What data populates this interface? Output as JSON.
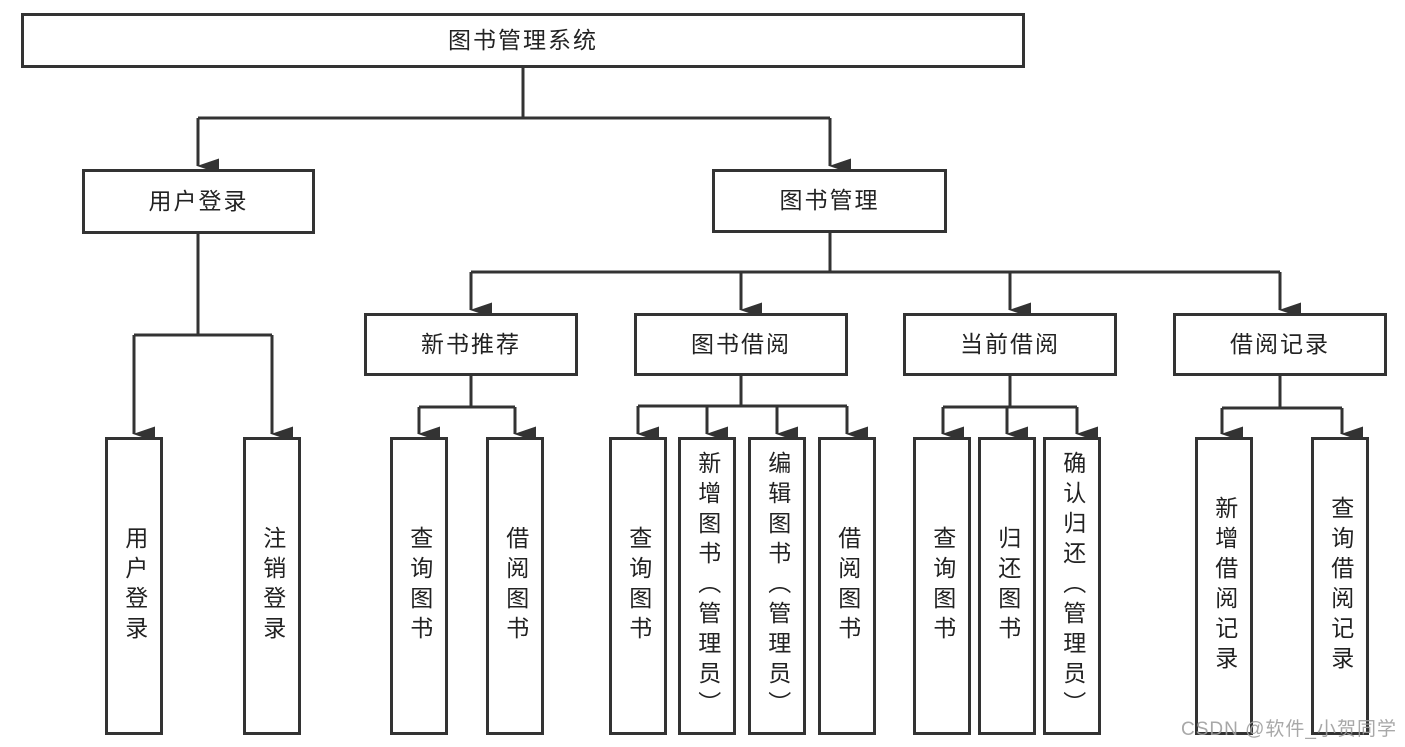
{
  "diagram": {
    "root": "图书管理系统",
    "level2": {
      "login": "用户登录",
      "management": "图书管理"
    },
    "level3": [
      "新书推荐",
      "图书借阅",
      "当前借阅",
      "借阅记录"
    ],
    "leaves": {
      "login": [
        "用户登录",
        "注销登录"
      ],
      "recommend": [
        "查询图书",
        "借阅图书"
      ],
      "borrow": [
        "查询图书",
        "新增图书（管理员）",
        "编辑图书（管理员）",
        "借阅图书"
      ],
      "current": [
        "查询图书",
        "归还图书",
        "确认归还（管理员）"
      ],
      "records": [
        "新增借阅记录",
        "查询借阅记录"
      ]
    }
  },
  "watermark": "CSDN @软件_小贺同学",
  "colors": {
    "line": "#333333",
    "text": "#222222",
    "background": "#ffffff",
    "watermark": "#9e9e9e"
  }
}
